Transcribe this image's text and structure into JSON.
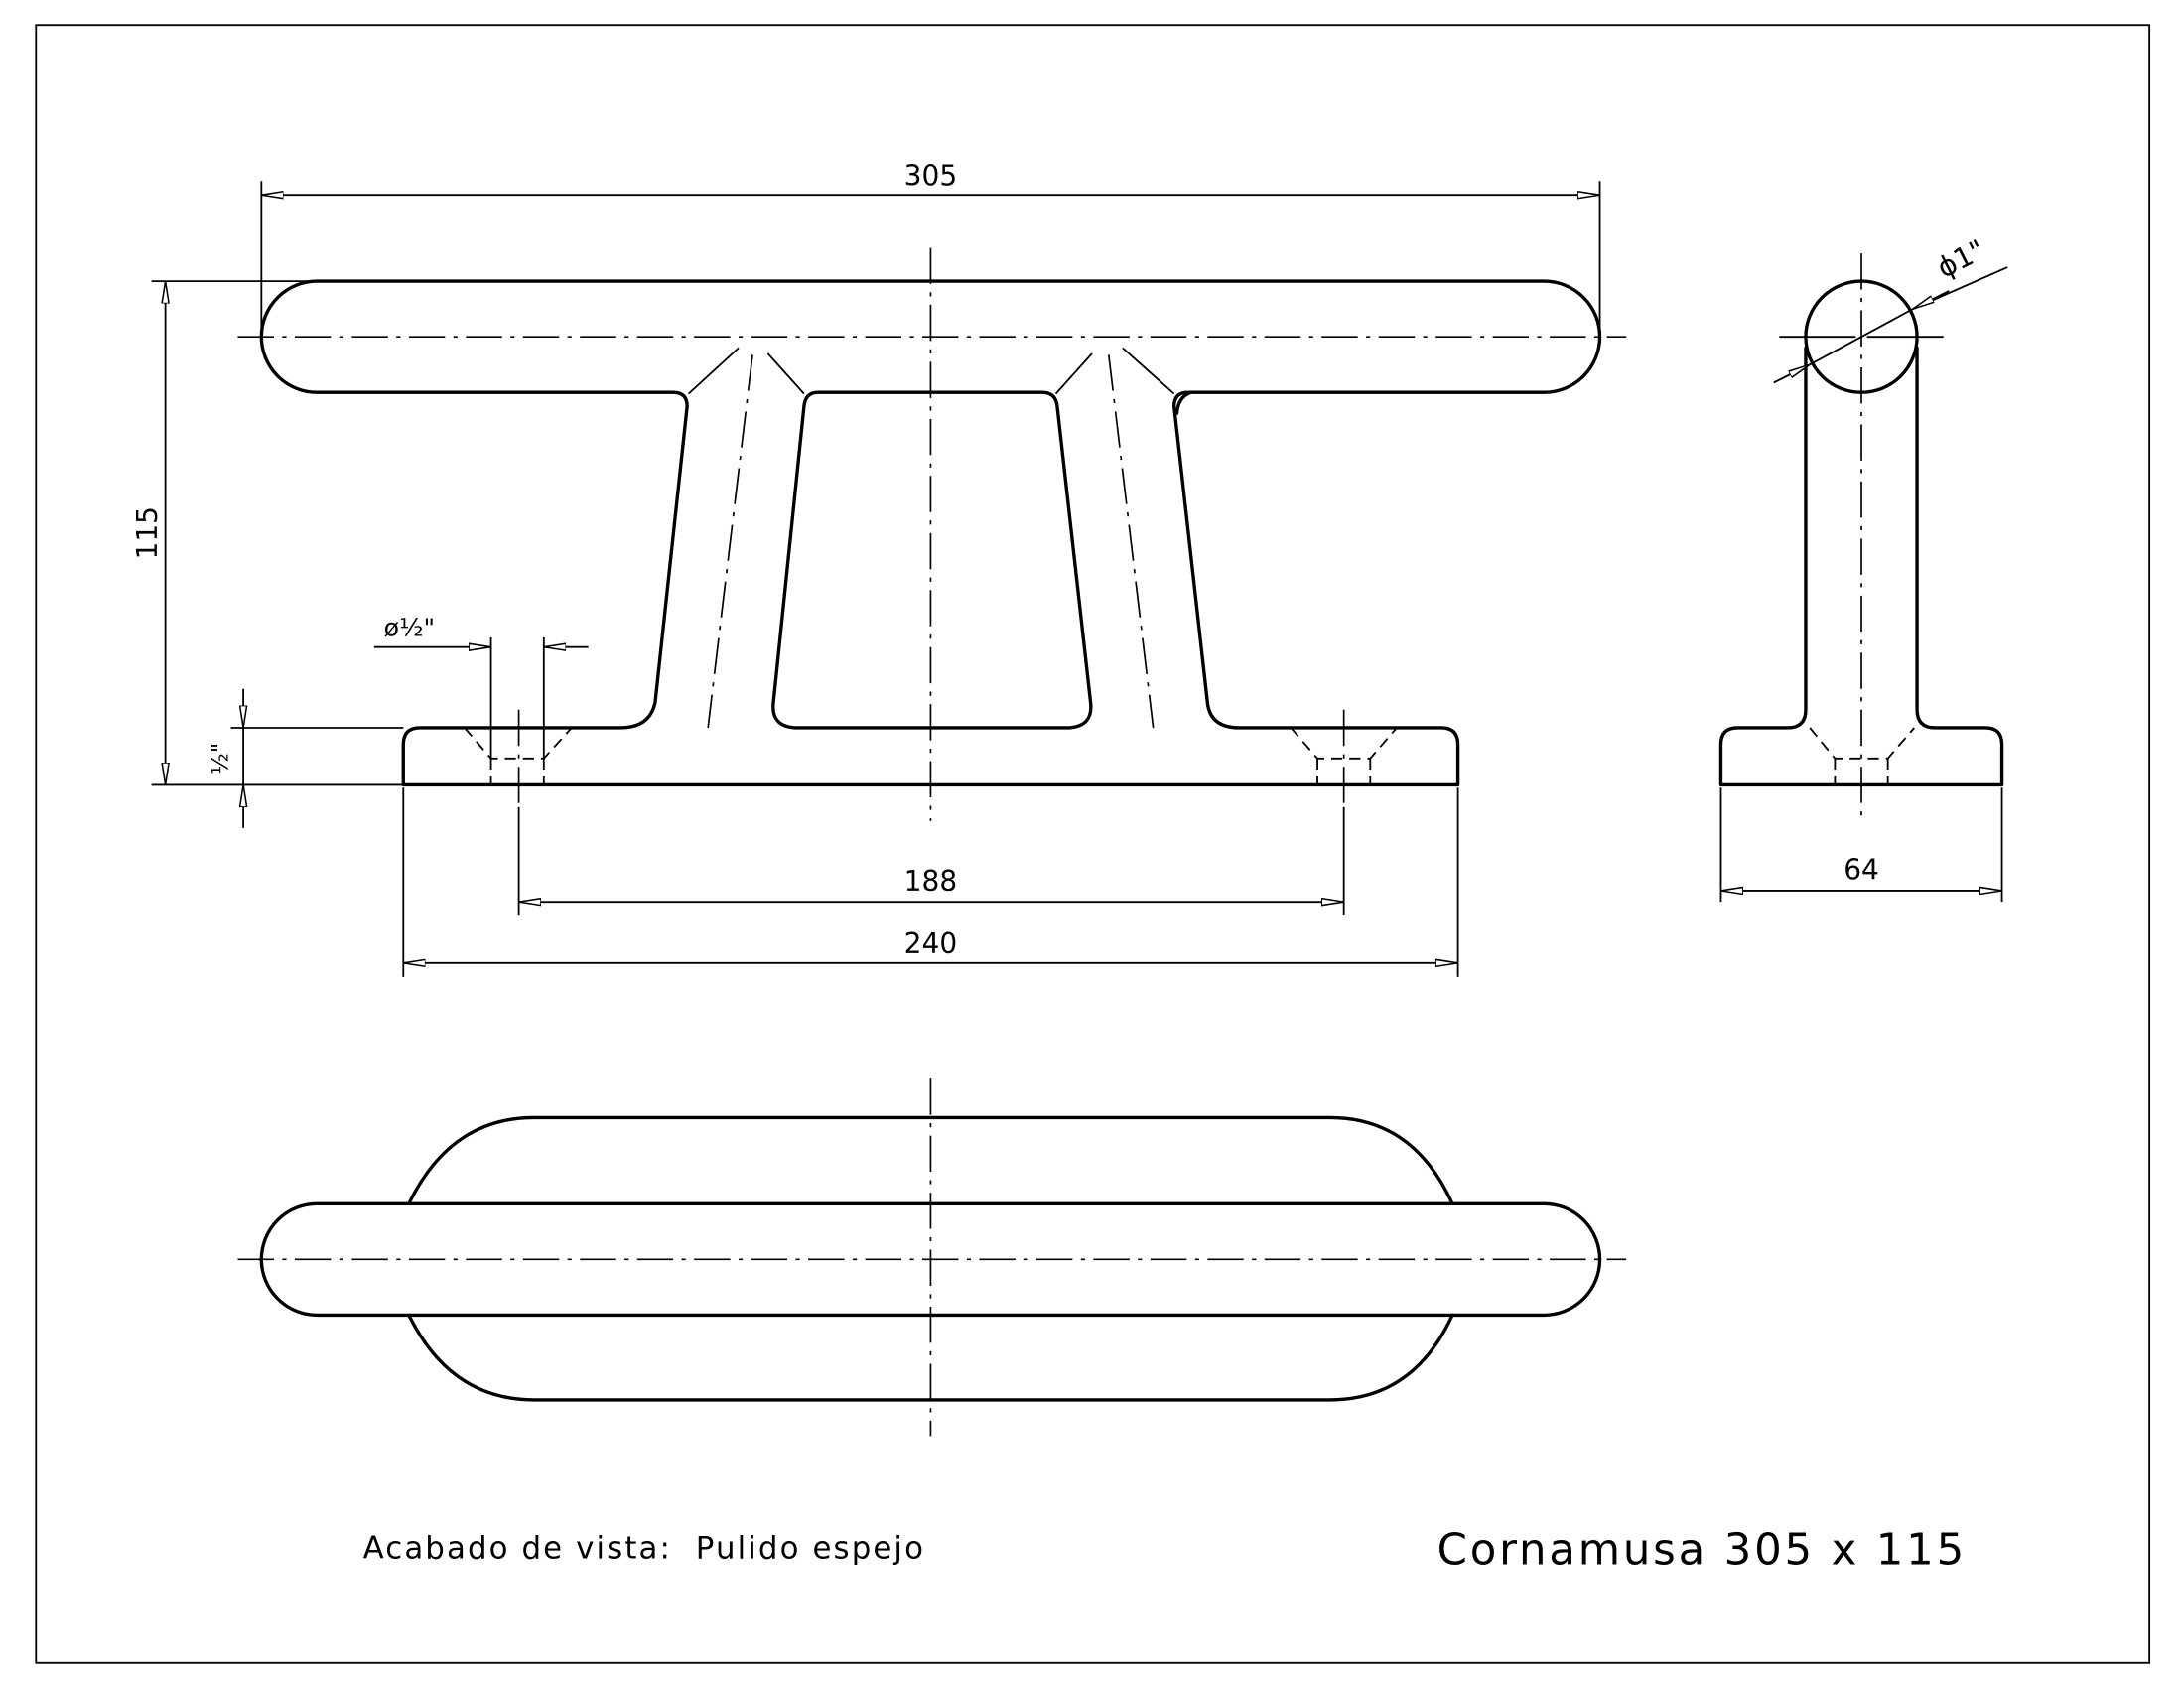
{
  "drawing": {
    "title": "Cornamusa 305 x 115",
    "note": "Acabado de vista:  Pulido espejo",
    "dimensions": {
      "overall_length": "305",
      "height": "115",
      "hole_spacing": "188",
      "base_length": "240",
      "hole_diameter": "ø½\"",
      "base_thickness": "½\"",
      "horn_diameter": "ϕ1\"",
      "base_width": "64"
    }
  }
}
